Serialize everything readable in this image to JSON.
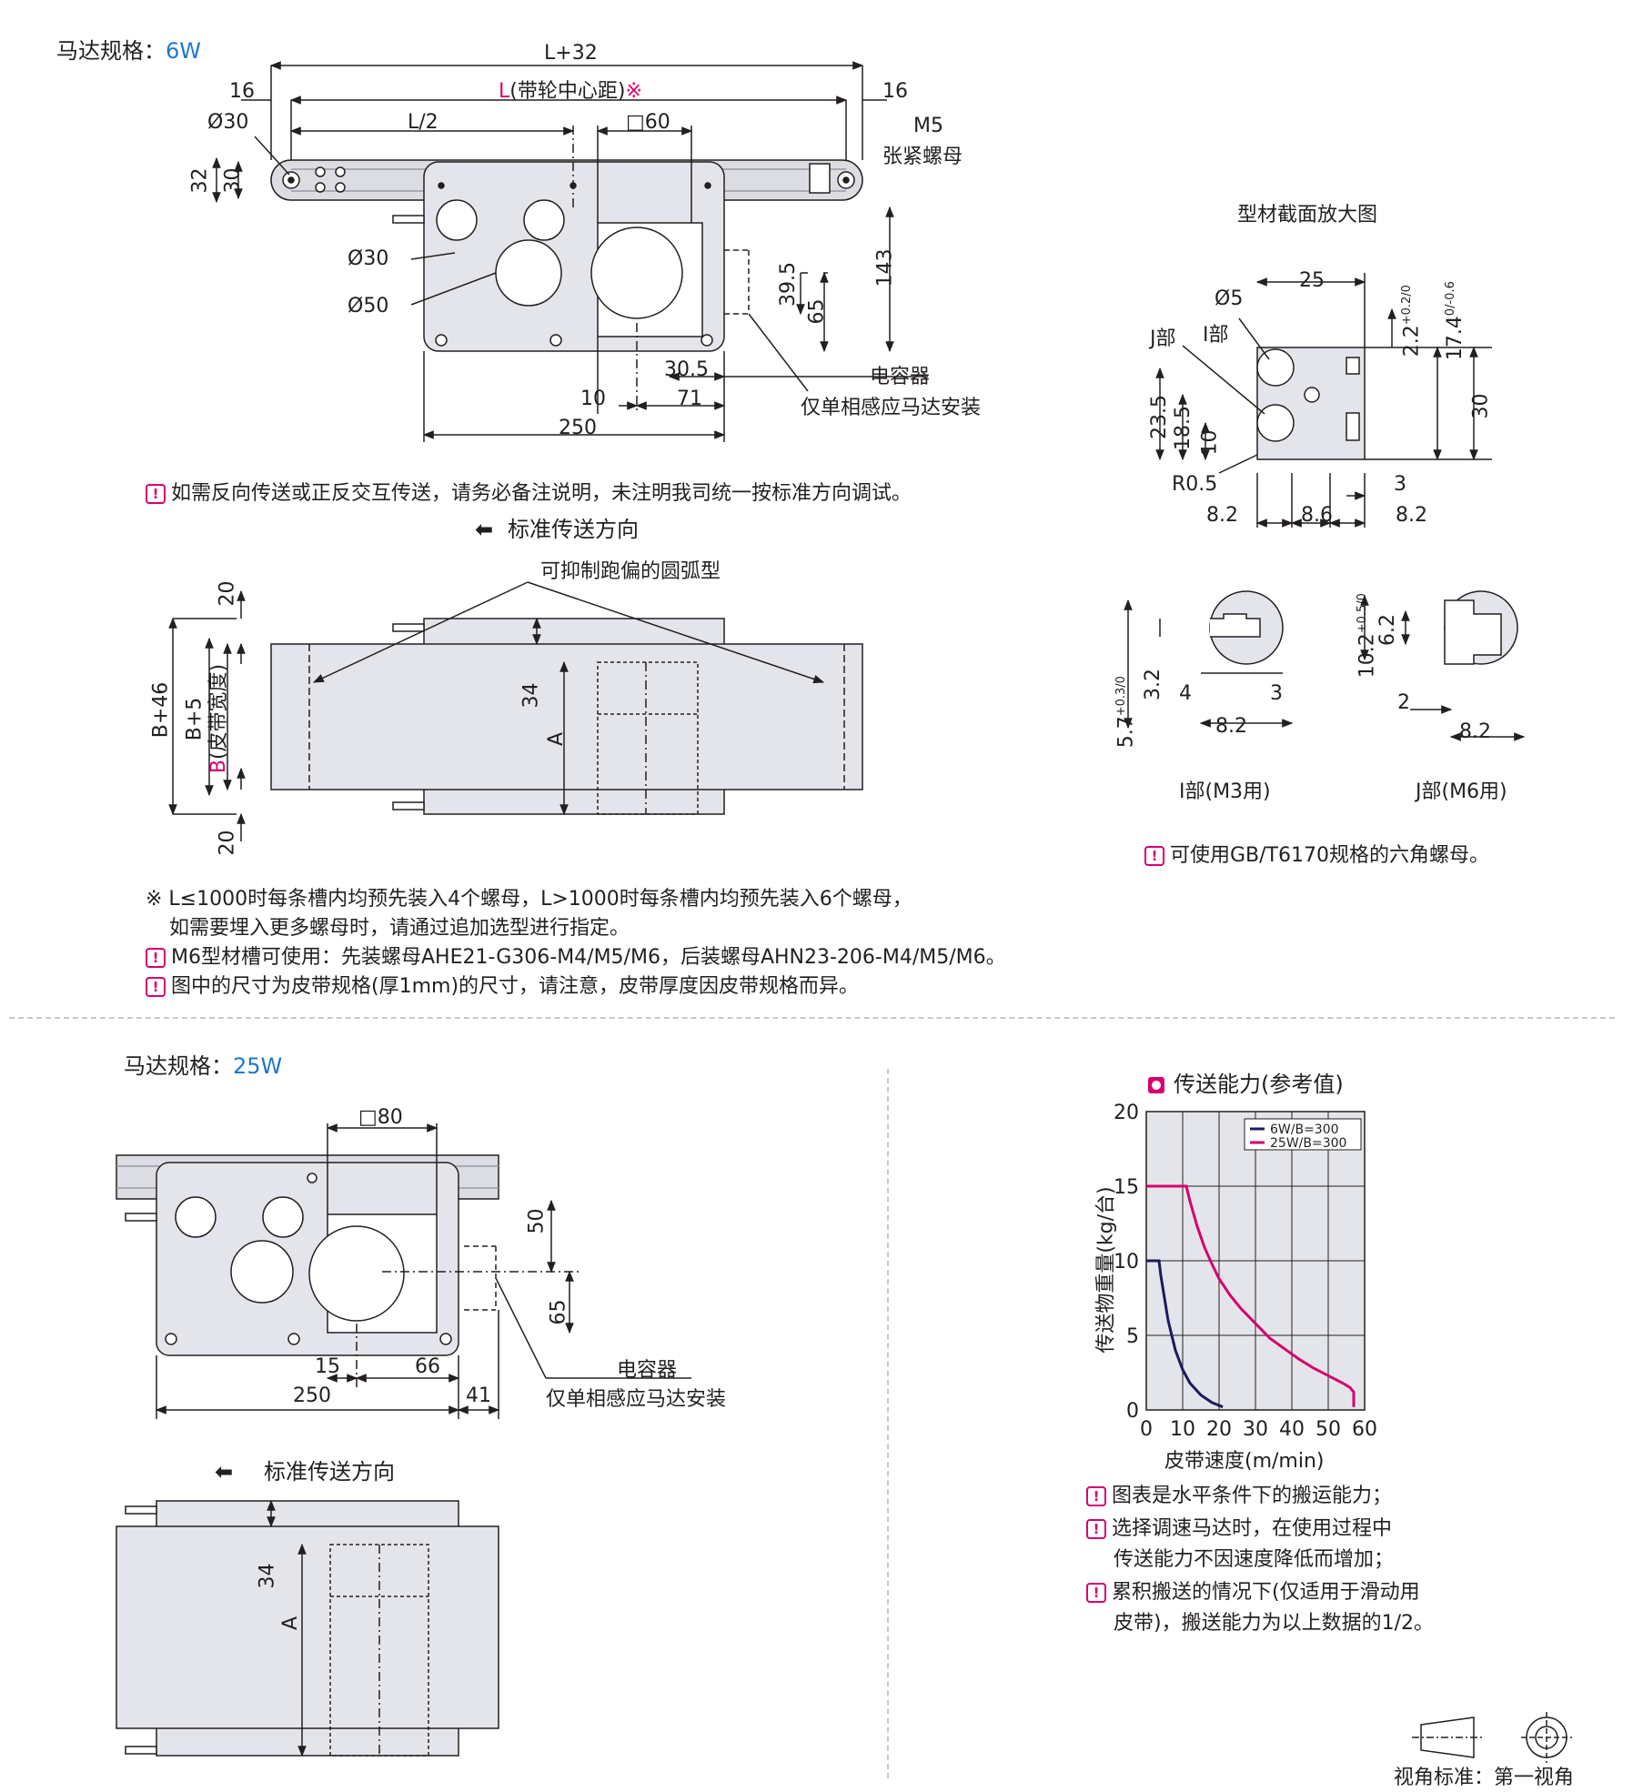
{
  "top": {
    "spec_label": "马达规格：",
    "spec_value": "6W",
    "dims": {
      "l_plus_32": "L+32",
      "l_center_prefix": "L",
      "l_center_text": "(带轮中心距)",
      "l_center_mark": "※",
      "d16_left": "16",
      "d16_right": "16",
      "phi30_top": "Ø30",
      "l_half": "L/2",
      "sq60": "□60",
      "m5": "M5",
      "tension_nut": "张紧螺母",
      "d32": "32",
      "d30": "30",
      "phi30_mid": "Ø30",
      "phi50": "Ø50",
      "d143": "143",
      "d39_5": "39.5",
      "d65": "65",
      "d30_5": "30.5",
      "d10": "10",
      "d71": "71",
      "d250": "250",
      "capacitor": "电容器",
      "capacitor_note": "仅单相感应马达安装"
    },
    "note_reverse": "如需反向传送或正反交互传送，请务必备注说明，未注明我司统一按标准方向调试。",
    "direction_label": "标准传送方向",
    "plan": {
      "arc_label": "可抑制跑偏的圆弧型",
      "d20_top": "20",
      "d20_bottom": "20",
      "b46": "B+46",
      "b5": "B+5",
      "b_prefix": "B",
      "b_text": "(皮带宽度)",
      "d34": "34",
      "a": "A"
    },
    "footnotes": [
      "※ L≤1000时每条槽内均预先装入4个螺母，L>1000时每条槽内均预先装入6个螺母，",
      "如需要埋入更多螺母时，请通过追加选型进行指定。",
      "M6型材槽可使用：先装螺母AHE21-G306-M4/M5/M6，后装螺母AHN23-206-M4/M5/M6。",
      "图中的尺寸为皮带规格(厚1mm)的尺寸，请注意，皮带厚度因皮带规格而异。"
    ]
  },
  "profile": {
    "title": "型材截面放大图",
    "phi5": "Ø5",
    "d25": "25",
    "d2_2": "2.2",
    "d2_2_tol_up": "+0.2",
    "d2_2_tol_dn": "0",
    "d17_4": "17.4",
    "d17_4_tol_up": "0",
    "d17_4_tol_dn": "-0.6",
    "j_part": "J部",
    "i_part": "I部",
    "d23_5": "23.5",
    "d18_5": "18.5",
    "d10": "10",
    "d30": "30",
    "r0_5": "R0.5",
    "d3": "3",
    "d8_2a": "8.2",
    "d8_6": "8.6",
    "d8_2b": "8.2",
    "i_detail": {
      "d5_7": "5.7",
      "d5_7_tol_up": "+0.3",
      "d5_7_tol_dn": "0",
      "d3_2": "3.2",
      "d4": "4",
      "d3": "3",
      "d8_2": "8.2",
      "caption": "I部(M3用)"
    },
    "j_detail": {
      "d10_2": "10.2",
      "d10_2_tol_up": "+0.5",
      "d10_2_tol_dn": "0",
      "d6_2": "6.2",
      "d2": "2",
      "d8_2": "8.2",
      "caption": "J部(M6用)"
    },
    "note": "可使用GB/T6170规格的六角螺母。"
  },
  "bottom": {
    "spec_label": "马达规格：",
    "spec_value": "25W",
    "dims": {
      "sq80": "□80",
      "d50": "50",
      "d65": "65",
      "d15": "15",
      "d66": "66",
      "d250": "250",
      "d41": "41",
      "capacitor": "电容器",
      "capacitor_note": "仅单相感应马达安装",
      "d34": "34",
      "a": "A"
    },
    "direction_label": "标准传送方向"
  },
  "chart_section": {
    "title": "传送能力(参考值)",
    "notes": [
      "图表是水平条件下的搬运能力；",
      "选择调速马达时，在使用过程中",
      "传送能力不因速度降低而增加；",
      "累积搬送的情况下(仅适用于滑动用",
      "皮带)，搬送能力为以上数据的1/2。"
    ]
  },
  "chart_data": {
    "type": "line",
    "title": "传送能力(参考值)",
    "xlabel": "皮带速度(m/min)",
    "ylabel": "传送物重量(kg/台)",
    "xlim": [
      0,
      60
    ],
    "ylim": [
      0,
      20
    ],
    "xticks": [
      0,
      10,
      20,
      30,
      40,
      50,
      60
    ],
    "yticks": [
      0,
      5,
      10,
      15,
      20
    ],
    "grid": true,
    "legend_position": "top-right",
    "series": [
      {
        "name": "6W/B=300",
        "color": "#1d1a5e",
        "x": [
          0,
          3.5,
          4,
          5,
          6,
          8,
          10,
          12,
          15,
          18,
          21
        ],
        "y": [
          10,
          10,
          9,
          7.5,
          6,
          4,
          2.7,
          1.8,
          1,
          0.5,
          0.2
        ]
      },
      {
        "name": "25W/B=300",
        "color": "#d6006e",
        "x": [
          0,
          11,
          12,
          14,
          16,
          18,
          20,
          23,
          26,
          30,
          34,
          38,
          42,
          46,
          50,
          54,
          56,
          57,
          57
        ],
        "y": [
          15,
          15,
          14,
          12.3,
          10.9,
          9.8,
          8.8,
          7.7,
          6.8,
          5.8,
          4.8,
          4.1,
          3.4,
          2.8,
          2.3,
          1.8,
          1.5,
          1.2,
          0.2
        ]
      }
    ]
  },
  "view_std": "视角标准：第一视角"
}
